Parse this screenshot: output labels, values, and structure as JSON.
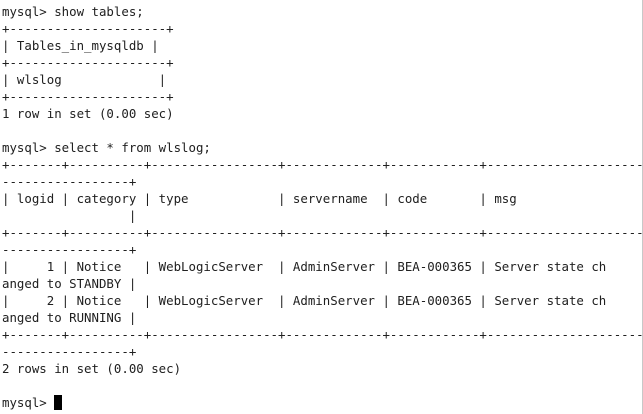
{
  "terminal": {
    "lines": [
      "mysql> show tables;",
      "+---------------------+",
      "| Tables_in_mysqldb |",
      "+---------------------+",
      "| wlslog             |",
      "+---------------------+",
      "1 row in set (0.00 sec)",
      "",
      "mysql> select * from wlslog;",
      "+-------+----------+-----------------+-------------+------------+----------------------------",
      "-----------------+",
      "| logid | category | type            | servername  | code       | msg",
      "                 |",
      "+-------+----------+-----------------+-------------+------------+----------------------------",
      "-----------------+",
      "|     1 | Notice   | WebLogicServer  | AdminServer | BEA-000365 | Server state ch",
      "anged to STANDBY |",
      "|     2 | Notice   | WebLogicServer  | AdminServer | BEA-000365 | Server state ch",
      "anged to RUNNING |",
      "+-------+----------+-----------------+-------------+------------+----------------------------",
      "-----------------+",
      "2 rows in set (0.00 sec)",
      "",
      "mysql> "
    ]
  }
}
